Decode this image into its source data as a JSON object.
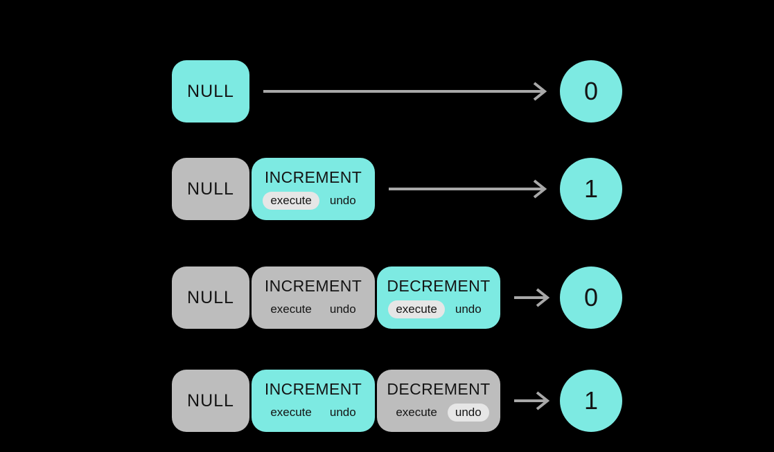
{
  "colors": {
    "background": "#000000",
    "teal": "#7DEAE2",
    "gray": "#BDBDBD",
    "pill_highlight": "#E6E6E6",
    "arrow": "#A8A8A8",
    "text": "#141414"
  },
  "rows": [
    {
      "boxes": [
        {
          "label": "NULL",
          "variant": "teal"
        }
      ],
      "result": "0"
    },
    {
      "boxes": [
        {
          "label": "NULL",
          "variant": "gray"
        },
        {
          "label": "INCREMENT",
          "variant": "teal",
          "buttons": [
            {
              "label": "execute",
              "highlighted": true
            },
            {
              "label": "undo",
              "highlighted": false
            }
          ]
        }
      ],
      "result": "1"
    },
    {
      "boxes": [
        {
          "label": "NULL",
          "variant": "gray"
        },
        {
          "label": "INCREMENT",
          "variant": "gray",
          "buttons": [
            {
              "label": "execute",
              "highlighted": false
            },
            {
              "label": "undo",
              "highlighted": false
            }
          ]
        },
        {
          "label": "DECREMENT",
          "variant": "teal",
          "buttons": [
            {
              "label": "execute",
              "highlighted": true
            },
            {
              "label": "undo",
              "highlighted": false
            }
          ]
        }
      ],
      "result": "0"
    },
    {
      "boxes": [
        {
          "label": "NULL",
          "variant": "gray"
        },
        {
          "label": "INCREMENT",
          "variant": "teal",
          "buttons": [
            {
              "label": "execute",
              "highlighted": false
            },
            {
              "label": "undo",
              "highlighted": false
            }
          ]
        },
        {
          "label": "DECREMENT",
          "variant": "gray",
          "buttons": [
            {
              "label": "execute",
              "highlighted": false
            },
            {
              "label": "undo",
              "highlighted": true
            }
          ]
        }
      ],
      "result": "1"
    }
  ]
}
